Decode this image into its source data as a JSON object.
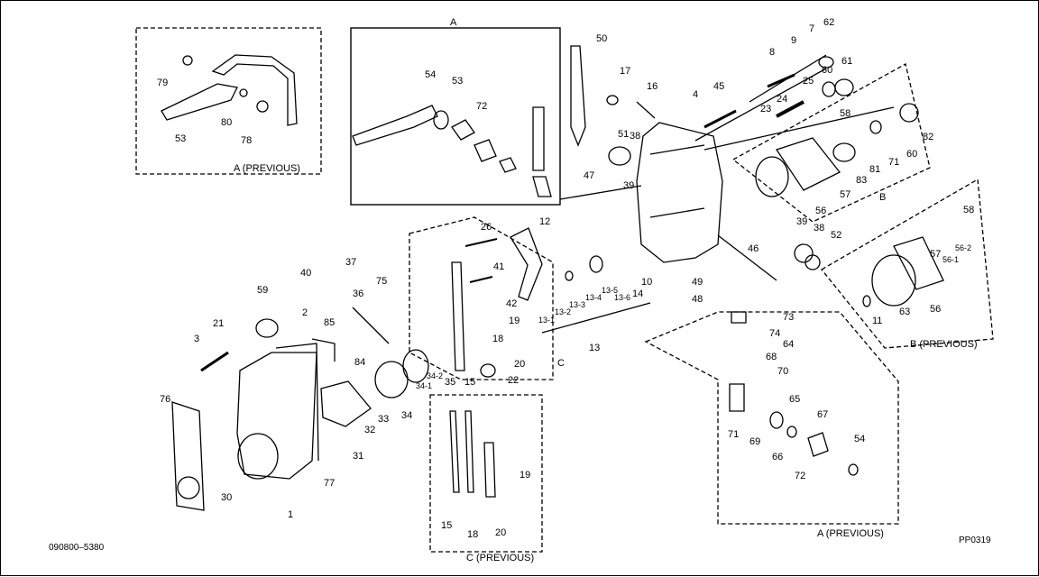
{
  "doc_code_left": "090800–5380",
  "doc_code_right": "PP0319",
  "groups": [
    {
      "id": "g-a-top",
      "label": "A"
    },
    {
      "id": "g-a-prev-tl",
      "label": "A (PREVIOUS)"
    },
    {
      "id": "g-b",
      "label": "B"
    },
    {
      "id": "g-b-prev",
      "label": "B (PREVIOUS)"
    },
    {
      "id": "g-c",
      "label": "C"
    },
    {
      "id": "g-c-prev",
      "label": "C (PREVIOUS)"
    },
    {
      "id": "g-a-prev-br",
      "label": "A (PREVIOUS)"
    }
  ],
  "callouts": [
    {
      "id": "79",
      "text": "79"
    },
    {
      "id": "80",
      "text": "80"
    },
    {
      "id": "78",
      "text": "78"
    },
    {
      "id": "53a",
      "text": "53"
    },
    {
      "id": "54a",
      "text": "54"
    },
    {
      "id": "53b",
      "text": "53"
    },
    {
      "id": "72a",
      "text": "72"
    },
    {
      "id": "50",
      "text": "50"
    },
    {
      "id": "17",
      "text": "17"
    },
    {
      "id": "16",
      "text": "16"
    },
    {
      "id": "51",
      "text": "51"
    },
    {
      "id": "38a",
      "text": "38"
    },
    {
      "id": "47",
      "text": "47"
    },
    {
      "id": "39a",
      "text": "39"
    },
    {
      "id": "4",
      "text": "4"
    },
    {
      "id": "45",
      "text": "45"
    },
    {
      "id": "8",
      "text": "8"
    },
    {
      "id": "9",
      "text": "9"
    },
    {
      "id": "7",
      "text": "7"
    },
    {
      "id": "62",
      "text": "62"
    },
    {
      "id": "61",
      "text": "61"
    },
    {
      "id": "25",
      "text": "25"
    },
    {
      "id": "60a",
      "text": "60"
    },
    {
      "id": "24",
      "text": "24"
    },
    {
      "id": "23",
      "text": "23"
    },
    {
      "id": "58a",
      "text": "58"
    },
    {
      "id": "82",
      "text": "82"
    },
    {
      "id": "60b",
      "text": "60"
    },
    {
      "id": "71",
      "text": "71"
    },
    {
      "id": "81",
      "text": "81"
    },
    {
      "id": "83",
      "text": "83"
    },
    {
      "id": "57a",
      "text": "57"
    },
    {
      "id": "56a",
      "text": "56"
    },
    {
      "id": "26",
      "text": "26"
    },
    {
      "id": "12",
      "text": "12"
    },
    {
      "id": "41",
      "text": "41"
    },
    {
      "id": "42",
      "text": "42"
    },
    {
      "id": "19a",
      "text": "19"
    },
    {
      "id": "18a",
      "text": "18"
    },
    {
      "id": "20a",
      "text": "20"
    },
    {
      "id": "22",
      "text": "22"
    },
    {
      "id": "15a",
      "text": "15"
    },
    {
      "id": "35",
      "text": "35"
    },
    {
      "id": "34-2",
      "text": "34-2"
    },
    {
      "id": "34-1",
      "text": "34-1"
    },
    {
      "id": "13-1",
      "text": "13-1"
    },
    {
      "id": "13-2",
      "text": "13-2"
    },
    {
      "id": "13-3",
      "text": "13-3"
    },
    {
      "id": "13-4",
      "text": "13-4"
    },
    {
      "id": "13-5",
      "text": "13-5"
    },
    {
      "id": "13-6",
      "text": "13-6"
    },
    {
      "id": "14",
      "text": "14"
    },
    {
      "id": "10",
      "text": "10"
    },
    {
      "id": "13",
      "text": "13"
    },
    {
      "id": "49",
      "text": "49"
    },
    {
      "id": "48",
      "text": "48"
    },
    {
      "id": "46",
      "text": "46"
    },
    {
      "id": "39b",
      "text": "39"
    },
    {
      "id": "38b",
      "text": "38"
    },
    {
      "id": "52",
      "text": "52"
    },
    {
      "id": "58b",
      "text": "58"
    },
    {
      "id": "57b",
      "text": "57"
    },
    {
      "id": "56-2",
      "text": "56-2"
    },
    {
      "id": "56-1",
      "text": "56-1"
    },
    {
      "id": "11",
      "text": "11"
    },
    {
      "id": "63",
      "text": "63"
    },
    {
      "id": "56b",
      "text": "56"
    },
    {
      "id": "40",
      "text": "40"
    },
    {
      "id": "37",
      "text": "37"
    },
    {
      "id": "75",
      "text": "75"
    },
    {
      "id": "2",
      "text": "2"
    },
    {
      "id": "85",
      "text": "85"
    },
    {
      "id": "36",
      "text": "36"
    },
    {
      "id": "84",
      "text": "84"
    },
    {
      "id": "59",
      "text": "59"
    },
    {
      "id": "21",
      "text": "21"
    },
    {
      "id": "3",
      "text": "3"
    },
    {
      "id": "76",
      "text": "76"
    },
    {
      "id": "1",
      "text": "1"
    },
    {
      "id": "30",
      "text": "30"
    },
    {
      "id": "77",
      "text": "77"
    },
    {
      "id": "31",
      "text": "31"
    },
    {
      "id": "32",
      "text": "32"
    },
    {
      "id": "33",
      "text": "33"
    },
    {
      "id": "34",
      "text": "34"
    },
    {
      "id": "15b",
      "text": "15"
    },
    {
      "id": "18b",
      "text": "18"
    },
    {
      "id": "20b",
      "text": "20"
    },
    {
      "id": "19b",
      "text": "19"
    },
    {
      "id": "73",
      "text": "73"
    },
    {
      "id": "74",
      "text": "74"
    },
    {
      "id": "64",
      "text": "64"
    },
    {
      "id": "68",
      "text": "68"
    },
    {
      "id": "70",
      "text": "70"
    },
    {
      "id": "65",
      "text": "65"
    },
    {
      "id": "67",
      "text": "67"
    },
    {
      "id": "71b",
      "text": "71"
    },
    {
      "id": "69",
      "text": "69"
    },
    {
      "id": "66",
      "text": "66"
    },
    {
      "id": "72b",
      "text": "72"
    },
    {
      "id": "54b",
      "text": "54"
    }
  ]
}
